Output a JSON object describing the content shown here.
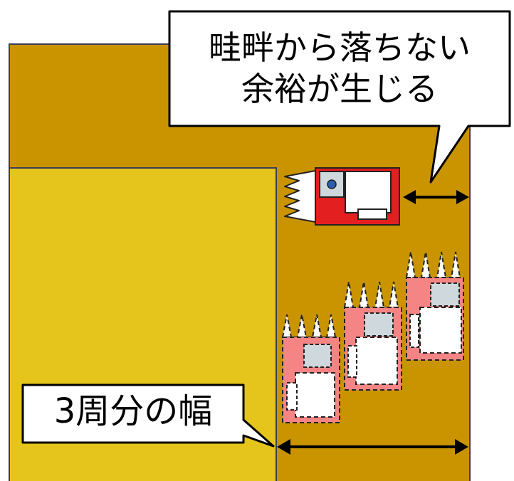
{
  "callouts": {
    "top": {
      "line1": "畦畔から落ちない",
      "line2": "余裕が生じる"
    },
    "bottom": {
      "text": "3周分の幅"
    }
  },
  "colors": {
    "field_outer": "#c99400",
    "field_inner": "#e5c41b",
    "harvester_body": "#e31f1f",
    "harvester_ghost": "#f58585",
    "cab": "#ffffff",
    "arrow": "#000000"
  },
  "icons": {
    "harvester": "combine-harvester-icon",
    "ghost_harvester": "ghost-harvester-icon",
    "arrow": "double-arrow-icon"
  }
}
